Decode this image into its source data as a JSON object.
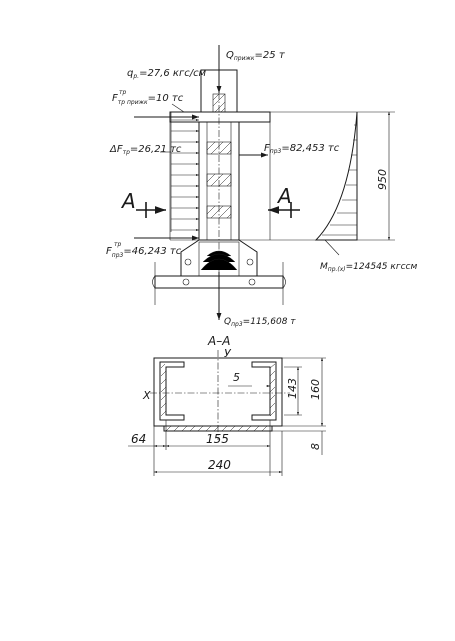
{
  "labels": {
    "q_top": "Q",
    "q_top_sub": "прижк",
    "q_top_val": "=25 т",
    "q_dist": "q",
    "q_dist_sub": "р.",
    "q_dist_val": "=27,6 кгс/см",
    "f_top": "F",
    "f_top_sup": "тр",
    "f_top_sub": "тр прижк",
    "f_top_val": "=10 тс",
    "delta_f": "ΔF",
    "delta_f_sub": "тр",
    "delta_f_val": "=26,21 тс",
    "f_right": "F",
    "f_right_sub": "пр3",
    "f_right_val": "=82,453 тс",
    "f_bottom": "F",
    "f_bottom_sup": "тр",
    "f_bottom_sub": "пр3",
    "f_bottom_val": "=46,243 тс",
    "moment": "M",
    "moment_sub": "пр.(х)",
    "moment_val": "=124545 кгссм",
    "q_bottom": "Q",
    "q_bottom_sub": "пр3",
    "q_bottom_val": "=115,608 т",
    "section_letter": "А",
    "section_title": "А–А",
    "axis_y": "У",
    "axis_x": "Х"
  },
  "dimensions": {
    "height_950": "950",
    "wall_5": "5",
    "inner_143": "143",
    "outer_160": "160",
    "flange_8": "8",
    "offset_64": "64",
    "inner_155": "155",
    "overall_240": "240"
  }
}
